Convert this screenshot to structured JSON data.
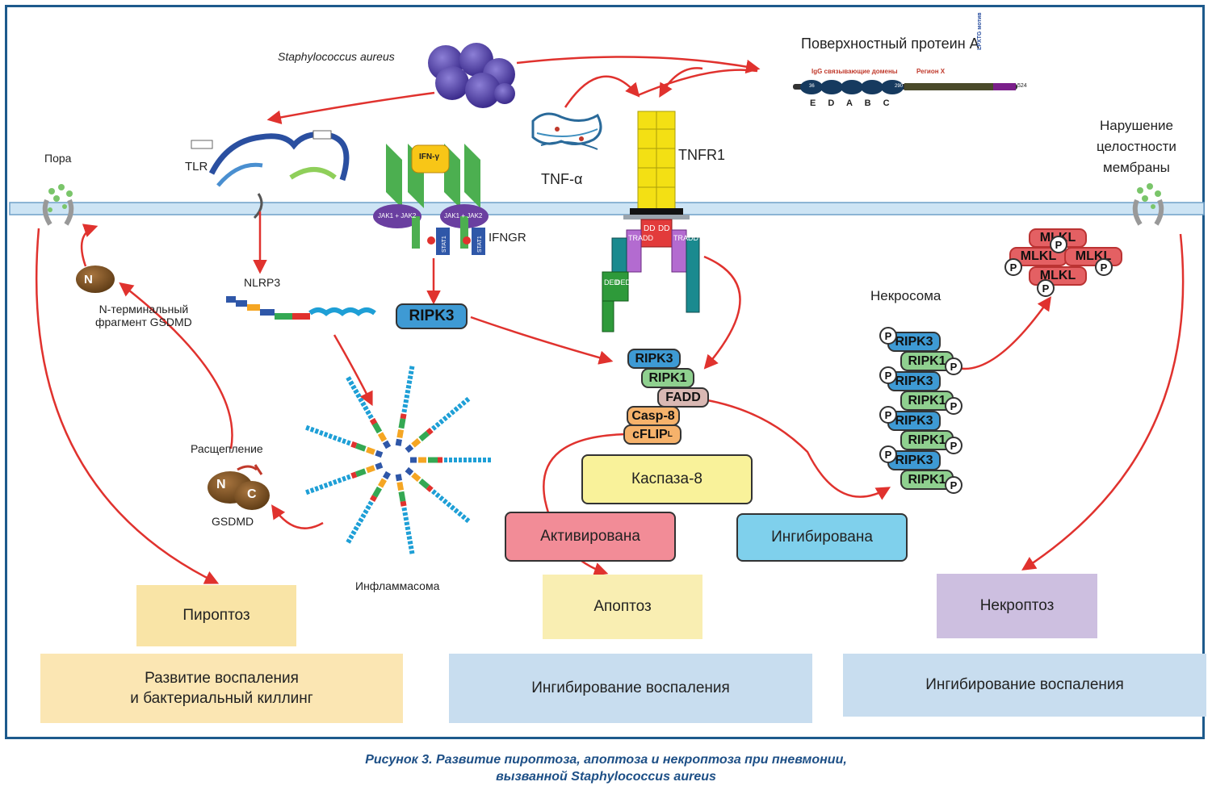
{
  "labels": {
    "staph": "Staphylococcus aureus",
    "surface_protein": "Поверхностный протеин A",
    "igg_domains": "IgG связывающие домены",
    "region_x": "Регион X",
    "lpxtg": "LPXTG мотив",
    "domain_letters": "E  D  A  B  C",
    "spa_start": "36",
    "spa_mid": "290",
    "spa_end": "524",
    "pore": "Пора",
    "tlr": "TLR",
    "tnf": "TNF-α",
    "tnfr1": "TNFR1",
    "ifn": "IFN-γ",
    "ifngr": "IFNGR",
    "nlrp3": "NLRP3",
    "n_fragment": "N-терминальный\nфрагмент GSDMD",
    "cleavage": "Расщепление",
    "gsdmd": "GSDMD",
    "inflammasome": "Инфламмасома",
    "membrane_damage": "Нарушение\nцелостности\nмембраны",
    "necrosome": "Некросома",
    "ripk3_main": "RIPK3",
    "n_letter": "N",
    "c_letter": "C",
    "p_letter": "P",
    "ded": "DED",
    "dd": "DD",
    "tradd": "TRADD",
    "stat1": "STAT1",
    "jak": "JAK1 + JAK2"
  },
  "complex": {
    "ripk3": "RIPK3",
    "ripk1": "RIPK1",
    "fadd": "FADD",
    "casp8": "Casp-8",
    "cflip": "cFLIP",
    "cflip_sub": "L"
  },
  "necrosome_stack": [
    "RIPK3",
    "RIPK1",
    "RIPK3",
    "RIPK1",
    "RIPK3",
    "RIPK1",
    "RIPK3",
    "RIPK1"
  ],
  "mlkl": [
    "MLKL",
    "MLKL",
    "MLKL",
    "MLKL"
  ],
  "boxes": {
    "caspase8": "Каспаза-8",
    "activated": "Активирована",
    "inhibited": "Ингибирована",
    "pyroptosis": "Пироптоз",
    "apoptosis": "Апоптоз",
    "necroptosis": "Некроптоз",
    "outcome_left": "Развитие воспаления\nи бактериальный киллинг",
    "outcome_mid": "Ингибирование воспаления",
    "outcome_right": "Ингибирование воспаления"
  },
  "caption": {
    "line1": "Рисунок 3. Развитие пироптоза, апоптоза и некроптоза при пневмонии,",
    "line2": "вызванной Staphylococcus aureus"
  },
  "colors": {
    "frame": "#1d5a8c",
    "arrow": "#e0322e",
    "membrane": "#cde4f4",
    "ripk3": "#3e9ad4",
    "ripk1": "#8fd08f",
    "fadd": "#d9b8b3",
    "casp8": "#f6b26b",
    "caspase8_box": "#f9f29a",
    "activated_box": "#f28c97",
    "inhibited_box": "#7fd0ec",
    "pyroptosis_box": "#f9e4a6",
    "apoptosis_box": "#f9eeb2",
    "necroptosis_box": "#cdbfe0",
    "outcome_left_box": "#fbe6b3",
    "outcome_blue_box": "#c8ddef",
    "mlkl": "#e46063",
    "tnfr1": "#f3e014",
    "ifngr": "#4caf50",
    "jak": "#6a3fa0",
    "caption": "#1d4f86"
  }
}
